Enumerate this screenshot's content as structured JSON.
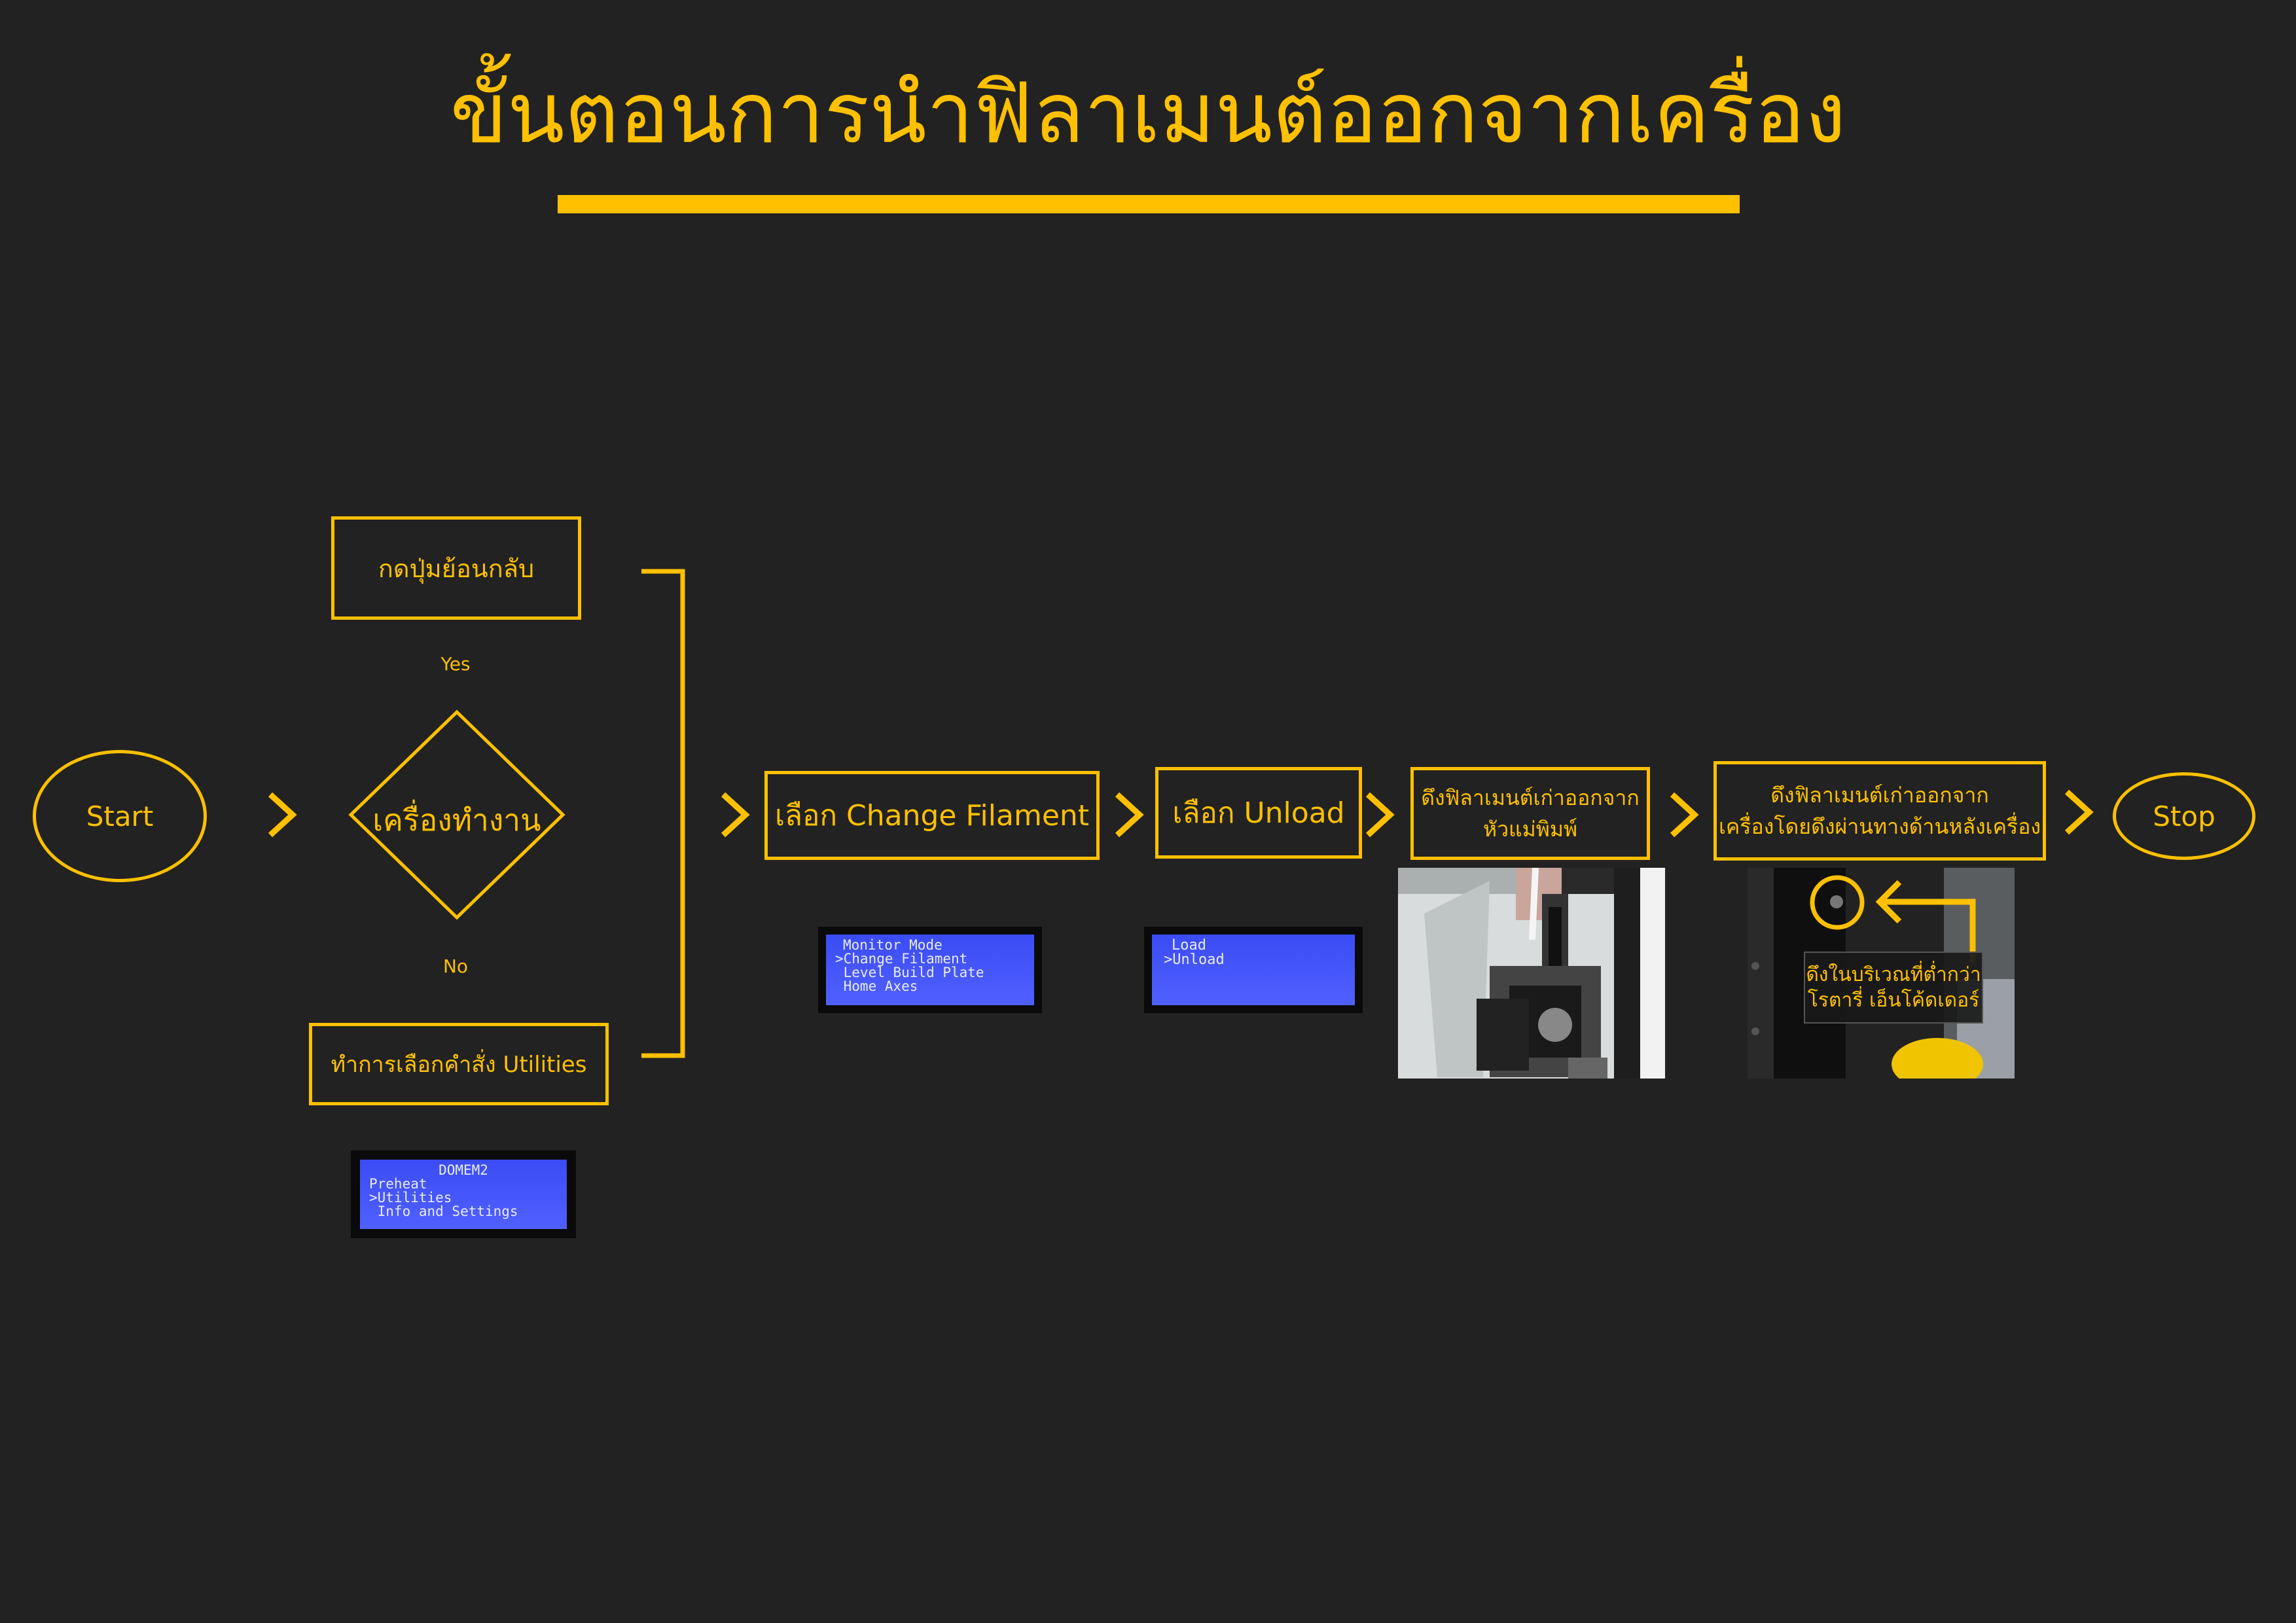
{
  "title": "ขั้นตอนการนำฟิลาเมนต์ออกจากเครื่อง",
  "colors": {
    "accent": "#FFC000",
    "background": "#222222",
    "lcd_screen": "#4556f8"
  },
  "nodes": {
    "start": "Start",
    "back_button_step": "กดปุ่มย้อนกลับ",
    "decision": "เครื่องทำงาน",
    "yes_label": "Yes",
    "no_label": "No",
    "utilities_step": "ทำการเลือกคำสั่ง Utilities",
    "change_filament_step": "เลือก Change Filament",
    "unload_step": "เลือก Unload",
    "pull_from_head_line1": "ดึงฟิลาเมนต์เก่าออกจาก",
    "pull_from_head_line2": "หัวแม่พิมพ์",
    "pull_from_back_line1": "ดึงฟิลาเมนต์เก่าออกจาก",
    "pull_from_back_line2": "เครื่องโดยดึงผ่านทางด้านหลังเครื่อง",
    "stop": "Stop"
  },
  "photo_caption": {
    "line1": "ดึงในบริเวณที่ต่ำกว่า",
    "line2": "โรตารี่ เอ็นโค้ดเดอร์"
  },
  "lcd_main_menu": [
    "DOMEM2",
    "Preheat",
    ">Utilities",
    " Info and Settings"
  ],
  "lcd_utilities": [
    "Monitor Mode",
    ">Change Filament",
    " Level Build Plate",
    " Home Axes"
  ],
  "lcd_change_filament": [
    "Load",
    ">Unload"
  ],
  "icons": [
    "chevron-right-icon",
    "bracket-connector",
    "highlight-circle-icon",
    "arrow-icon"
  ]
}
